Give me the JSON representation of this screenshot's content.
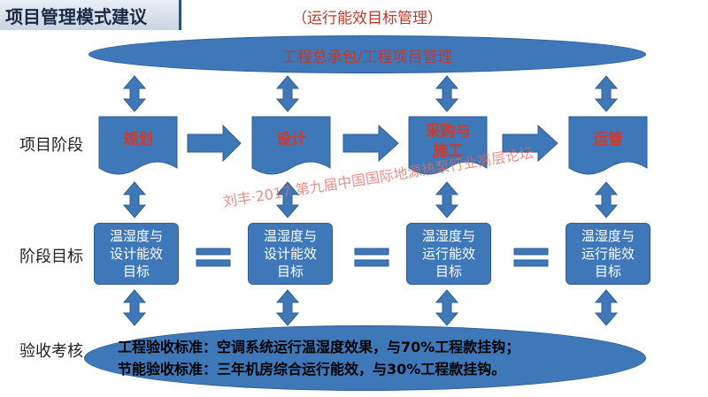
{
  "header": {
    "title": "项目管理模式建议",
    "subtitle": "（运行能效目标管理）"
  },
  "top_banner": "工程总承包/工程项目管理",
  "row_labels": {
    "stages": "项目阶段",
    "goals": "阶段目标",
    "acceptance": "验收考核"
  },
  "stages": [
    "规划",
    "设计",
    "采购与\n施工",
    "运管"
  ],
  "goals": [
    "温湿度与\n设计能效\n目标",
    "温湿度与\n设计能效\n目标",
    "温湿度与\n运行能效\n目标",
    "温湿度与\n运行能效\n目标"
  ],
  "acceptance_lines": [
    "工程验收标准：空调系统运行温湿度效果，与70%工程款挂钩；",
    "节能验收标准：三年机房综合运行能效，与30%工程款挂钩。"
  ],
  "watermark": "刘丰·2017 第九届中国国际地源热泵行业高层论坛",
  "colors": {
    "shape_fill": "#3f78b9",
    "accent_red": "#c0392b",
    "text_dark": "#222222"
  }
}
